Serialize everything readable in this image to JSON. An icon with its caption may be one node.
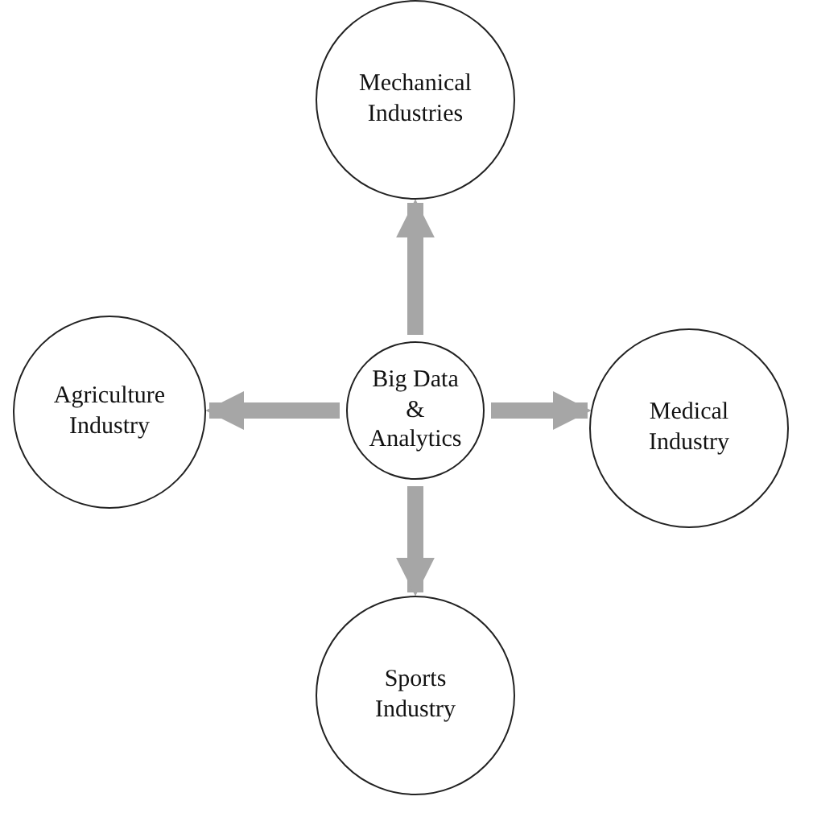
{
  "diagram": {
    "nodes": [
      {
        "text": [
          "Mechanical Industries"
        ]
      },
      {
        "text": [
          "Agriculture Industry"
        ]
      },
      {
        "text": [
          "Big Data & Analytics"
        ]
      },
      {
        "text": [
          "Medical Industry"
        ]
      },
      {
        "text": [
          "Sports Industry"
        ]
      }
    ],
    "edges": [
      {
        "from": 2,
        "to": 0,
        "arrow": "to"
      },
      {
        "from": 2,
        "to": 1,
        "arrow": "to"
      },
      {
        "from": 2,
        "to": 3,
        "arrow": "to"
      },
      {
        "from": 2,
        "to": 4,
        "arrow": "to"
      }
    ]
  }
}
